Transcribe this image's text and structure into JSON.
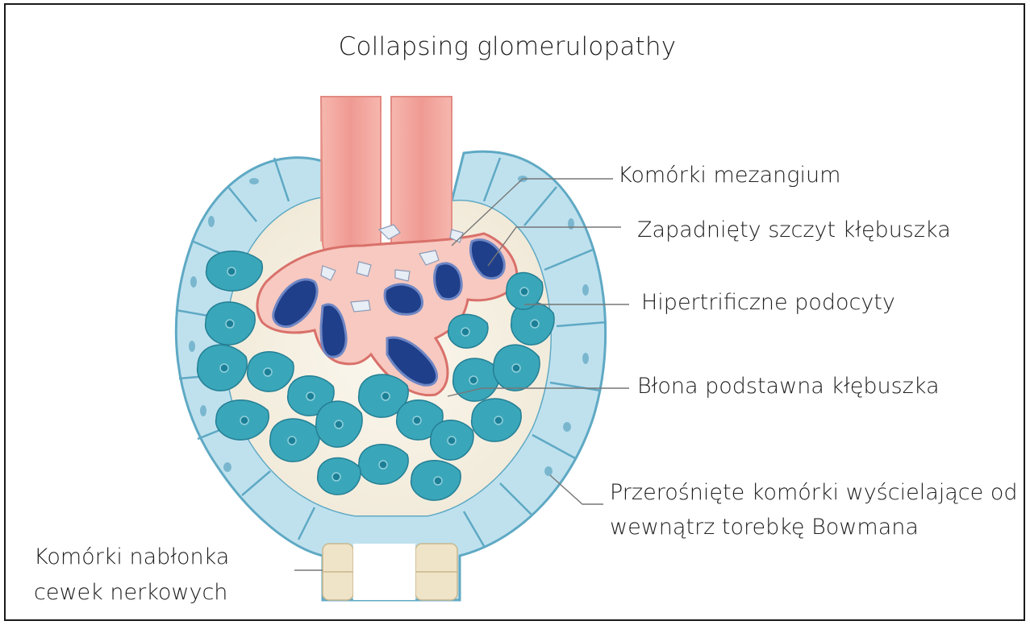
{
  "title": "Collapsing glomerulopathy",
  "labels": {
    "mesangial": "Komórki mezangium",
    "collapsed_tuft": "Zapadnięty szczyt kłębuszka",
    "podocytes": "Hipertrificzne podocyty",
    "gbm": "Błona podstawna kłębuszka",
    "parietal_line1": "Przerośnięte komórki wyścielające od",
    "parietal_line2": "wewnątrz torebkę Bowmana",
    "tubular_line1": "Komórki nabłonka",
    "tubular_line2": "cewek nerkowych"
  },
  "colors": {
    "capsule_fill": "#f6f1e6",
    "capsule_cells": "#bfe1ee",
    "capsule_stroke": "#5fa9c4",
    "vessel": "#f2a9a1",
    "tuft": "#f7c9c0",
    "tuft_outline": "#d9706a",
    "nuclei_dark": "#1f3f8a",
    "podocyte": "#3aa6b9",
    "podocyte_nucleus": "#1c7f95",
    "mesangial": "#e8eef6",
    "tubule": "#efe3c8",
    "leader": "#777777"
  }
}
